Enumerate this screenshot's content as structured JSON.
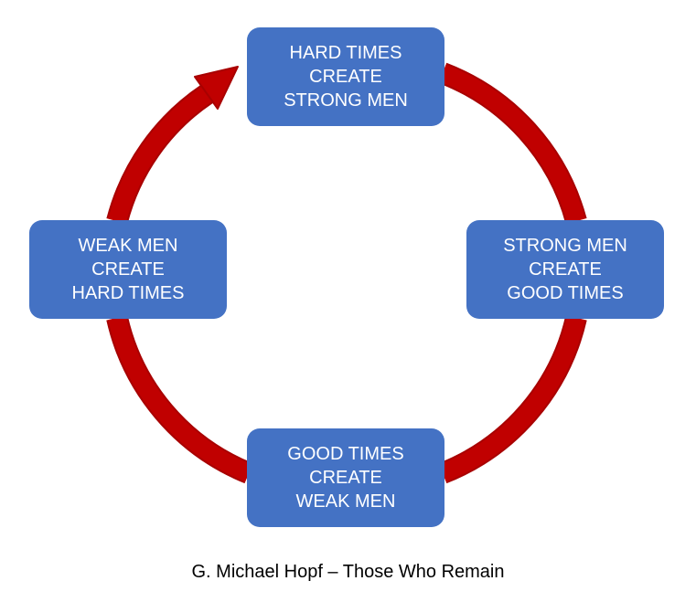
{
  "diagram": {
    "nodes": [
      {
        "id": "top",
        "lines": [
          "HARD TIMES",
          "CREATE",
          "STRONG MEN"
        ]
      },
      {
        "id": "right",
        "lines": [
          "STRONG MEN",
          "CREATE",
          "GOOD TIMES"
        ]
      },
      {
        "id": "bottom",
        "lines": [
          "GOOD TIMES",
          "CREATE",
          "WEAK MEN"
        ]
      },
      {
        "id": "left",
        "lines": [
          "WEAK MEN",
          "CREATE",
          "HARD TIMES"
        ]
      }
    ],
    "edges": [
      {
        "from": "top",
        "to": "right"
      },
      {
        "from": "right",
        "to": "bottom"
      },
      {
        "from": "bottom",
        "to": "left"
      },
      {
        "from": "left",
        "to": "top",
        "arrowhead": true
      }
    ],
    "colors": {
      "node_fill": "#4472c4",
      "node_text": "#ffffff",
      "cycle_arrow": "#c00000",
      "cycle_arrow_edge": "#a80000"
    }
  },
  "caption": "G. Michael Hopf – Those Who Remain"
}
